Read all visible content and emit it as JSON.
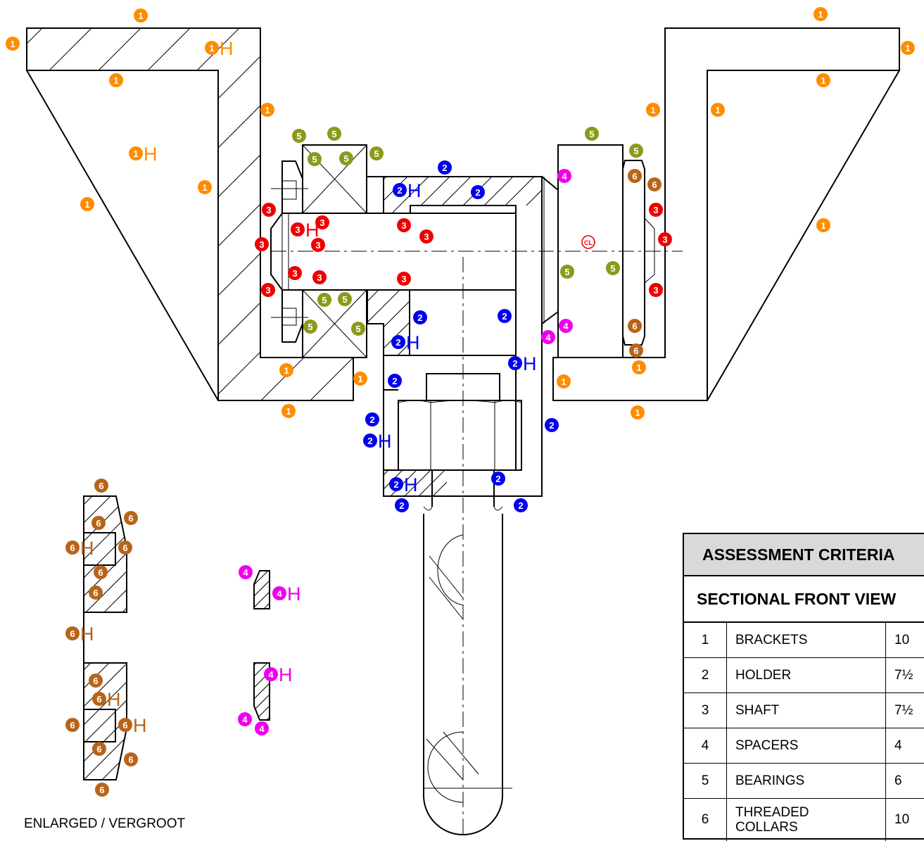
{
  "colors": {
    "bracket": "#FF8C00",
    "holder": "#0000EE",
    "shaft": "#EE0000",
    "spacer": "#EE00EE",
    "bearing": "#8B9A1A",
    "collar": "#B86418"
  },
  "centre_line_symbol": "CL",
  "hatch_marker_letter": "H",
  "enlarged_caption": "ENLARGED / VERGROOT",
  "table": {
    "heading": "ASSESSMENT CRITERIA",
    "subheading": "SECTIONAL FRONT VIEW",
    "rows": [
      {
        "num": "1",
        "item": "BRACKETS",
        "mark": "10"
      },
      {
        "num": "2",
        "item": "HOLDER",
        "mark": "7½"
      },
      {
        "num": "3",
        "item": "SHAFT",
        "mark": "7½"
      },
      {
        "num": "4",
        "item": "SPACERS",
        "mark": "4"
      },
      {
        "num": "5",
        "item": "BEARINGS",
        "mark": "6"
      },
      {
        "num": "6",
        "item": "THREADED\nCOLLARS",
        "mark": "10"
      }
    ]
  },
  "markers": [
    {
      "n": "1",
      "h": false
    },
    {
      "n": "1",
      "h": false
    },
    {
      "n": "1",
      "h": true
    },
    {
      "n": "1",
      "h": false
    },
    {
      "n": "1",
      "h": true
    },
    {
      "n": "1",
      "h": false
    },
    {
      "n": "1",
      "h": false
    },
    {
      "n": "1",
      "h": false
    },
    {
      "n": "1",
      "h": false
    },
    {
      "n": "1",
      "h": false
    },
    {
      "n": "1",
      "h": false
    },
    {
      "n": "1",
      "h": false
    },
    {
      "n": "1",
      "h": false
    },
    {
      "n": "1",
      "h": false
    },
    {
      "n": "1",
      "h": false
    },
    {
      "n": "1",
      "h": false
    },
    {
      "n": "1",
      "h": false
    },
    {
      "n": "1",
      "h": false
    },
    {
      "n": "1",
      "h": false
    },
    {
      "n": "1",
      "h": false
    },
    {
      "n": "2",
      "h": false
    },
    {
      "n": "2",
      "h": true
    },
    {
      "n": "2",
      "h": false
    },
    {
      "n": "2",
      "h": false
    },
    {
      "n": "2",
      "h": false
    },
    {
      "n": "2",
      "h": true
    },
    {
      "n": "2",
      "h": true
    },
    {
      "n": "2",
      "h": false
    },
    {
      "n": "2",
      "h": false
    },
    {
      "n": "2",
      "h": true
    },
    {
      "n": "2",
      "h": false
    },
    {
      "n": "2",
      "h": false
    },
    {
      "n": "2",
      "h": true
    },
    {
      "n": "2",
      "h": false
    },
    {
      "n": "2",
      "h": false
    },
    {
      "n": "3",
      "h": false
    },
    {
      "n": "3",
      "h": false
    },
    {
      "n": "3",
      "h": false
    },
    {
      "n": "3",
      "h": false
    },
    {
      "n": "3",
      "h": true
    },
    {
      "n": "3",
      "h": false
    },
    {
      "n": "3",
      "h": false
    },
    {
      "n": "3",
      "h": false
    },
    {
      "n": "3",
      "h": false
    },
    {
      "n": "3",
      "h": false
    },
    {
      "n": "3",
      "h": false
    },
    {
      "n": "3",
      "h": false
    },
    {
      "n": "3",
      "h": false
    },
    {
      "n": "3",
      "h": false
    },
    {
      "n": "4",
      "h": false
    },
    {
      "n": "4",
      "h": false
    },
    {
      "n": "4",
      "h": false
    },
    {
      "n": "4",
      "h": false
    },
    {
      "n": "4",
      "h": true
    },
    {
      "n": "4",
      "h": true
    },
    {
      "n": "4",
      "h": false
    },
    {
      "n": "4",
      "h": false
    },
    {
      "n": "5",
      "h": false
    },
    {
      "n": "5",
      "h": false
    },
    {
      "n": "5",
      "h": false
    },
    {
      "n": "5",
      "h": false
    },
    {
      "n": "5",
      "h": false
    },
    {
      "n": "5",
      "h": false
    },
    {
      "n": "5",
      "h": false
    },
    {
      "n": "5",
      "h": false
    },
    {
      "n": "5",
      "h": false
    },
    {
      "n": "5",
      "h": false
    },
    {
      "n": "5",
      "h": false
    },
    {
      "n": "5",
      "h": false
    },
    {
      "n": "5",
      "h": false
    },
    {
      "n": "6",
      "h": false
    },
    {
      "n": "6",
      "h": false
    },
    {
      "n": "6",
      "h": false
    },
    {
      "n": "6",
      "h": false
    },
    {
      "n": "6",
      "h": false
    },
    {
      "n": "6",
      "h": false
    },
    {
      "n": "6",
      "h": false
    },
    {
      "n": "6",
      "h": false
    },
    {
      "n": "6",
      "h": true
    },
    {
      "n": "6",
      "h": false
    },
    {
      "n": "6",
      "h": false
    },
    {
      "n": "6",
      "h": true
    },
    {
      "n": "6",
      "h": false
    },
    {
      "n": "6",
      "h": true
    },
    {
      "n": "6",
      "h": false
    },
    {
      "n": "6",
      "h": true
    },
    {
      "n": "6",
      "h": false
    },
    {
      "n": "6",
      "h": false
    },
    {
      "n": "6",
      "h": false
    },
    {
      "n": "6",
      "h": false
    }
  ]
}
